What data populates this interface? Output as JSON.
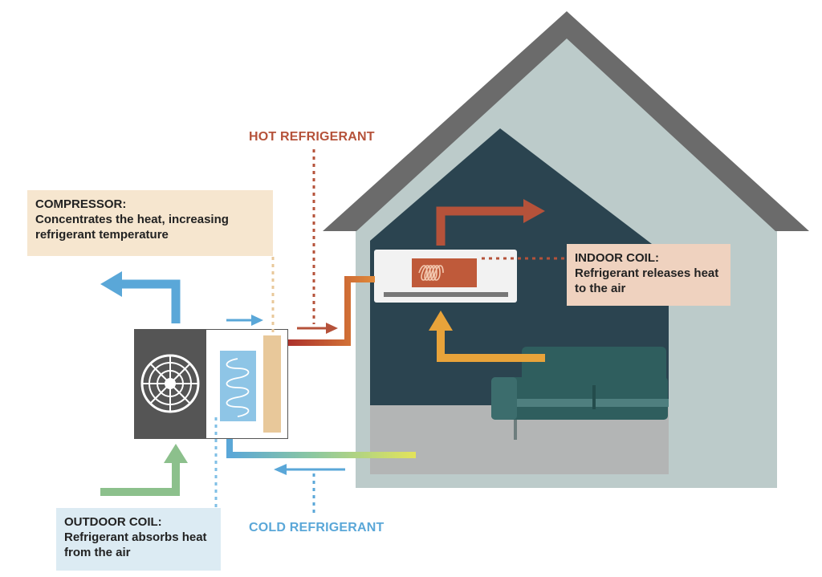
{
  "labels": {
    "hot_refrigerant": "HOT REFRIGERANT",
    "cold_refrigerant": "COLD REFRIGERANT",
    "compressor": {
      "title": "COMPRESSOR:",
      "body": "Concentrates the heat, increasing refrigerant temperature"
    },
    "indoor_coil": {
      "title": "INDOOR COIL:",
      "body": "Refrigerant releases heat to the air"
    },
    "outdoor_coil": {
      "title": "OUTDOOR COIL:",
      "body": "Refrigerant absorbs heat from the air"
    }
  },
  "colors": {
    "hot": "#b5523a",
    "cold": "#5aa7d8",
    "warm_air": "#e8a33a",
    "outdoor_air": "#8cc08c",
    "roof": "#6b6b6b",
    "house_wall": "#bccbca",
    "interior": "#2b4450",
    "floor": "#b3b5b5",
    "sofa": "#2f5e5e",
    "compressor_box": "#f6e6cf",
    "indoor_box": "#efd2bf",
    "outdoor_box": "#dcebf3"
  }
}
